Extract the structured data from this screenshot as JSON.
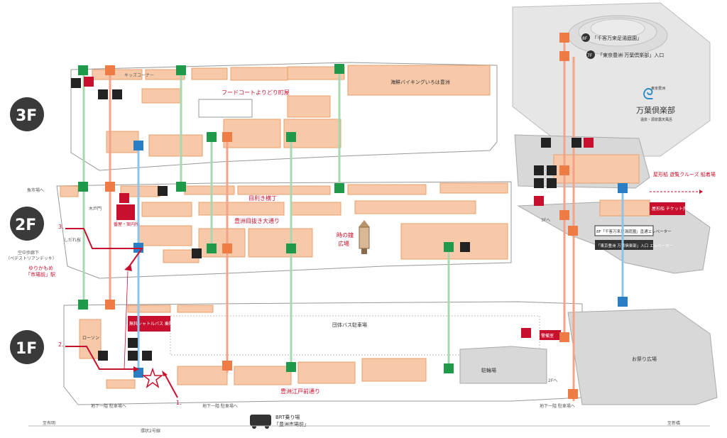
{
  "floors": {
    "f3": {
      "label": "3F",
      "areas": {
        "food_court": "フードコートよりどり町屋",
        "sushi": "海鮮バイキングいろは豊洲",
        "kids_corner": "キッズコーナー",
        "club_name": "万葉倶楽部",
        "club_small": "東京豊洲",
        "club_sub": "温泉・源泉露天風呂",
        "club_entry_label": "「東京豊洲 万葉倶楽部」入口",
        "foot_bath_label": "「千客万来足湯庭園」"
      }
    },
    "f2": {
      "label": "2F",
      "areas": {
        "meikiki": "目利き横丁",
        "oodori": "豊洲目抜き大通り",
        "tokinokane": "時の鐘",
        "plaza": "広場",
        "info": "番屋・案内所",
        "kido": "木戸門",
        "shidarezakura": "しだれ桜",
        "fish_market_to": "魚市場へ",
        "pedestrian_deck": "空中歩廊下",
        "pedestrian_deck_sub": "（ペデストリアンデッキ）",
        "yurikamome": "ゆりかもめ",
        "station": "「市場前」駅",
        "yakatabune_pier": "屋形船 遊覧クルーズ 船着場",
        "yakatabune_ticket": "屋形船 チケット売場",
        "elevator_1": "8F「千客万来足湯庭園」直通エレベーター",
        "elevator_2": "「東京豊洲 万葉倶楽部」入口 エレベーター",
        "to_3f": "3Fへ"
      }
    },
    "f1": {
      "label": "1F",
      "areas": {
        "shuttle": "無料シャトルバス 乗降場",
        "bus_parking": "団体バス駐車場",
        "lawson": "ローソン",
        "edomae": "豊洲江戸前通り",
        "bicycle": "駐輪場",
        "festival": "お祭り広場",
        "security": "警備室",
        "to_2f": "2Fへ"
      }
    }
  },
  "bottom": {
    "parking_left": "地下一階 駐車場へ",
    "parking_mid": "地下一階 駐車場へ",
    "parking_right": "地下一階 駐車場へ",
    "brt_title": "BRT乗り場",
    "brt_sub": "「豊洲市場前」",
    "road": "環状2号線",
    "to_ariake": "至有明",
    "to_shintomi": "至新橋",
    "ariake_side": "至有明",
    "shinbashi_side": "至新橋"
  },
  "badges": {
    "b8f": "8F",
    "b7f": "7F"
  },
  "markers": {
    "m1": "1.",
    "m2": "2.",
    "m3": "3."
  },
  "colors": {
    "shop": "#f7c9a8",
    "shop_line": "#e9a06e",
    "floor": "#ffffff",
    "floor_line": "#999999",
    "escalator_green": "#1f9a4a",
    "elevator_orange": "#ef7b45",
    "accent_red": "#c8102e",
    "blue": "#2a7fc4",
    "gray_area": "#cfcfcf"
  }
}
